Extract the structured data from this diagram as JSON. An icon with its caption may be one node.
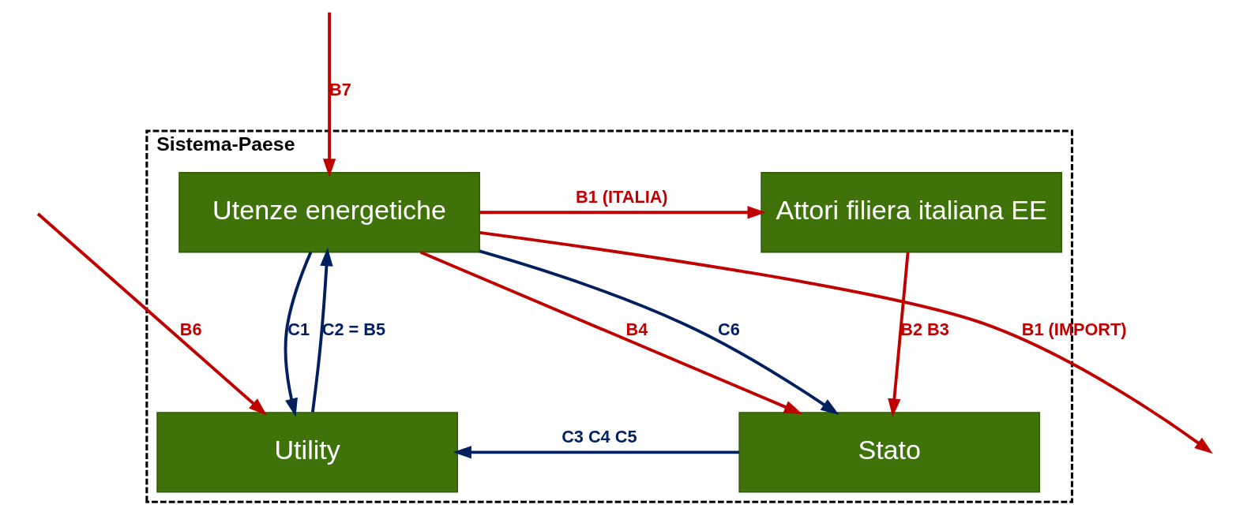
{
  "diagram": {
    "nodes": [
      {
        "text": [
          "Sistema-Paese"
        ]
      },
      {
        "text": [
          "Attori filiera italiana EE"
        ],
        "in": 0
      },
      {
        "text": [
          "Utenze energetiche"
        ],
        "in": 0
      },
      {
        "text": [
          "Utility"
        ],
        "in": 0
      },
      {
        "text": [
          "Stato"
        ],
        "in": 0
      }
    ],
    "edges": [
      {
        "from": 2,
        "to": 1,
        "arrow": "to",
        "label": "B1 (ITALIA)"
      },
      {
        "from": 2,
        "to": null,
        "arrow": "to",
        "label": "B1 (IMPORT)"
      },
      {
        "from": null,
        "to": 2,
        "arrow": "to",
        "label": "B7"
      },
      {
        "from": 2,
        "to": 3,
        "arrow": "to",
        "label": "C1",
        "color": "#002060"
      },
      {
        "from": 3,
        "to": 2,
        "arrow": "to",
        "label": "C2 = B5",
        "color": "#002060"
      },
      {
        "from": 1,
        "to": 4,
        "arrow": "to",
        "label": "B2 B3"
      },
      {
        "from": 2,
        "to": 4,
        "arrow": "to",
        "label": "B4"
      },
      {
        "from": 2,
        "to": 4,
        "arrow": "to",
        "label": "C6",
        "color": "#002060"
      },
      {
        "from": 4,
        "to": 3,
        "arrow": "to",
        "label": "C3 C4 C5",
        "color": "#002060"
      },
      {
        "from": null,
        "to": 3,
        "arrow": "to",
        "label": "B6"
      }
    ]
  }
}
